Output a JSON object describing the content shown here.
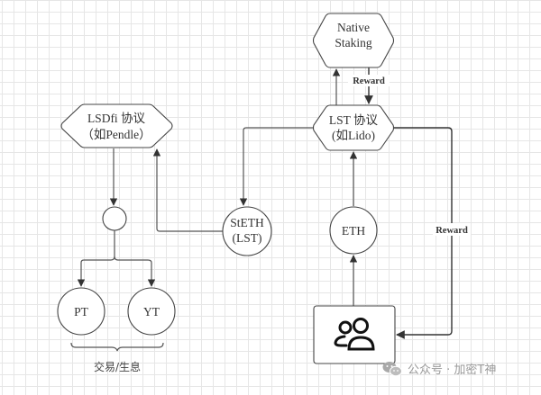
{
  "nodes": {
    "native_staking": {
      "line1": "Native",
      "line2": "Staking"
    },
    "lst_protocol": {
      "line1": "LST 协议",
      "line2": "(如Lido)"
    },
    "lsdfi_protocol": {
      "line1": "LSDfi 协议",
      "line2": "（如Pendle）"
    },
    "steth": {
      "line1": "StETH",
      "line2": "(LST)"
    },
    "eth": {
      "label": "ETH"
    },
    "pt": {
      "label": "PT"
    },
    "yt": {
      "label": "YT"
    },
    "users": {
      "icon": "users-icon"
    }
  },
  "edges": {
    "native_to_lst_label": "Reward",
    "lst_to_users_label": "Reward"
  },
  "captions": {
    "brace_label": "交易/生息"
  },
  "watermark": {
    "icon": "wechat-icon",
    "text": "公众号 · 加密T神"
  }
}
